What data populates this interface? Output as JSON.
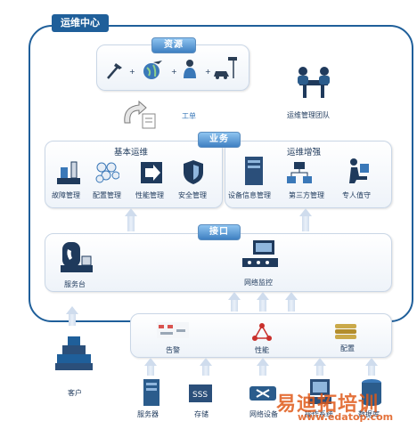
{
  "center": {
    "title": "运维中心"
  },
  "resources": {
    "tag": "资源",
    "plus": "+"
  },
  "team": {
    "label": "运维管理团队"
  },
  "workorder": {
    "label": "工单"
  },
  "business": {
    "tag": "业务",
    "basic": {
      "title": "基本运维",
      "items": [
        "故障管理",
        "配置管理",
        "性能管理",
        "安全管理"
      ]
    },
    "enhanced": {
      "title": "运维增强",
      "items": [
        "设备信息管理",
        "第三方管理",
        "专人值守"
      ]
    }
  },
  "interface": {
    "tag": "接口",
    "service_desk": "服务台",
    "network_monitor": "网络监控"
  },
  "collect": {
    "items": [
      "告警",
      "性能",
      "配置"
    ]
  },
  "customer": {
    "label": "客户"
  },
  "devices": {
    "items": [
      "服务器",
      "存储",
      "网络设备",
      "操作系统",
      "数据库"
    ]
  },
  "watermark": {
    "brand": "易迪拓培训",
    "url": "www.edatop.com"
  },
  "colors": {
    "outline": "#1f5f9a",
    "tag_top": "#8fc4f0",
    "tag_bottom": "#3f80c2",
    "text": "#1f3a5c",
    "watermark": "#e05a1a"
  }
}
